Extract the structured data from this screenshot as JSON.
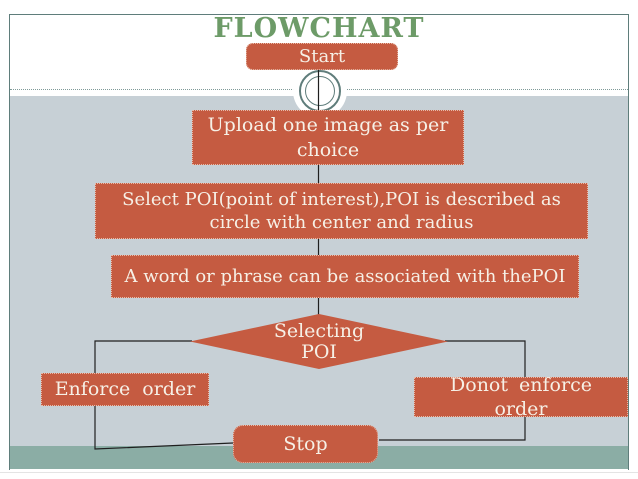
{
  "title": "FLOWCHART",
  "colors": {
    "accent_box": "#c55b41",
    "box_text": "#f6f0e6",
    "title_green": "#6d9b68",
    "body_gray": "#c7d0d6",
    "band_teal": "#8bada5",
    "frame_teal": "#5f7d7b",
    "connector_black": "#1f1f1f"
  },
  "flow": {
    "start": "Start",
    "upload": "Upload one image as per choice",
    "select_poi": "Select POI(point of interest),POI is described as circle with center and radius",
    "associate": "A word or phrase can be associated with thePOI",
    "decision_line1": "Selecting",
    "decision_line2": "POI",
    "enforce": "Enforce order",
    "no_enforce": "Donot enforce order",
    "stop": "Stop"
  }
}
